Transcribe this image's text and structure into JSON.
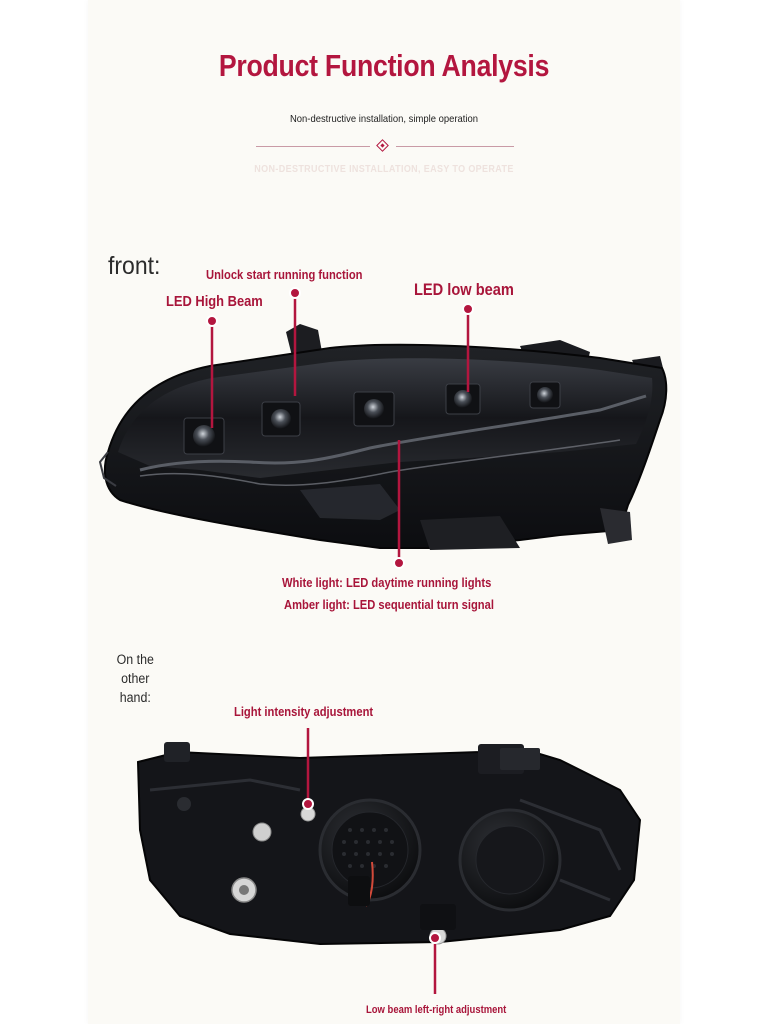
{
  "header": {
    "title": "Product Function Analysis",
    "subtitle": "Non-destructive installation, simple operation",
    "watermark": "NON-DESTRUCTIVE INSTALLATION, EASY TO OPERATE"
  },
  "front": {
    "label": "front:",
    "callouts": {
      "unlock": "Unlock start running function",
      "high_beam": "LED High Beam",
      "low_beam": "LED low beam",
      "white_light": "White light: LED daytime running lights",
      "amber_light": "Amber light: LED sequential turn signal"
    }
  },
  "back": {
    "label_line1": "On the other",
    "label_line2": "hand:",
    "callouts": {
      "intensity": "Light intensity adjustment",
      "low_beam_adjust": "Low beam left-right adjustment"
    }
  },
  "colors": {
    "accent": "#b3163f",
    "background": "#fbfaf6",
    "text_dark": "#2b2b2b"
  }
}
